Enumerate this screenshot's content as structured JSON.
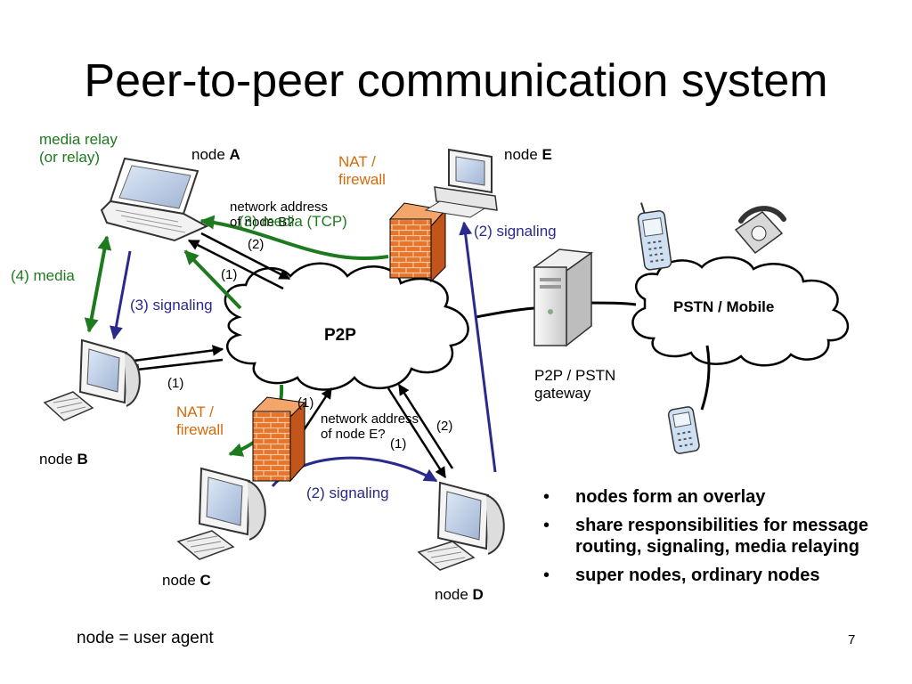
{
  "title": "Peer-to-peer communication system",
  "nodes": {
    "a": {
      "prefix": "node ",
      "letter": "A"
    },
    "b": {
      "prefix": "node ",
      "letter": "B"
    },
    "c": {
      "prefix": "node ",
      "letter": "C"
    },
    "d": {
      "prefix": "node ",
      "letter": "D"
    },
    "e": {
      "prefix": "node ",
      "letter": "E"
    }
  },
  "clouds": {
    "p2p": "P2P",
    "pstn": "PSTN / Mobile"
  },
  "labels": {
    "media_relay_line1": "media relay",
    "media_relay_line2": "(or relay)",
    "nat_top_line1": "NAT /",
    "nat_top_line2": "firewall",
    "nat_bottom_line1": "NAT /",
    "nat_bottom_line2": "firewall",
    "network_address_b_line1": "network address",
    "network_address_b_line2": "of node B?",
    "media_tcp": "(3) media (TCP)",
    "step_2_top": "(2)",
    "step_1_a": "(1)",
    "step_1_b": "(1)",
    "step_1_c": "(1)",
    "step_1_d": "(1)",
    "step_2_d": "(2)",
    "signaling_e": "(2) signaling",
    "signaling_b": "(3) signaling",
    "signaling_cd": "(2) signaling",
    "media_4": "(4) media",
    "gateway_line1": "P2P / PSTN",
    "gateway_line2": "gateway",
    "network_address_e_line1": "network address",
    "network_address_e_line2": "of node E?",
    "legend": "node = user agent",
    "page_number": "7"
  },
  "bullets": [
    "nodes form an overlay",
    "share responsibilities for message routing, signaling, media relaying",
    "super nodes, ordinary nodes"
  ],
  "colors": {
    "green": "#1e7a1e",
    "blue": "#2a2a8c",
    "orange": "#d46a0a",
    "brick": "#e8742a"
  }
}
